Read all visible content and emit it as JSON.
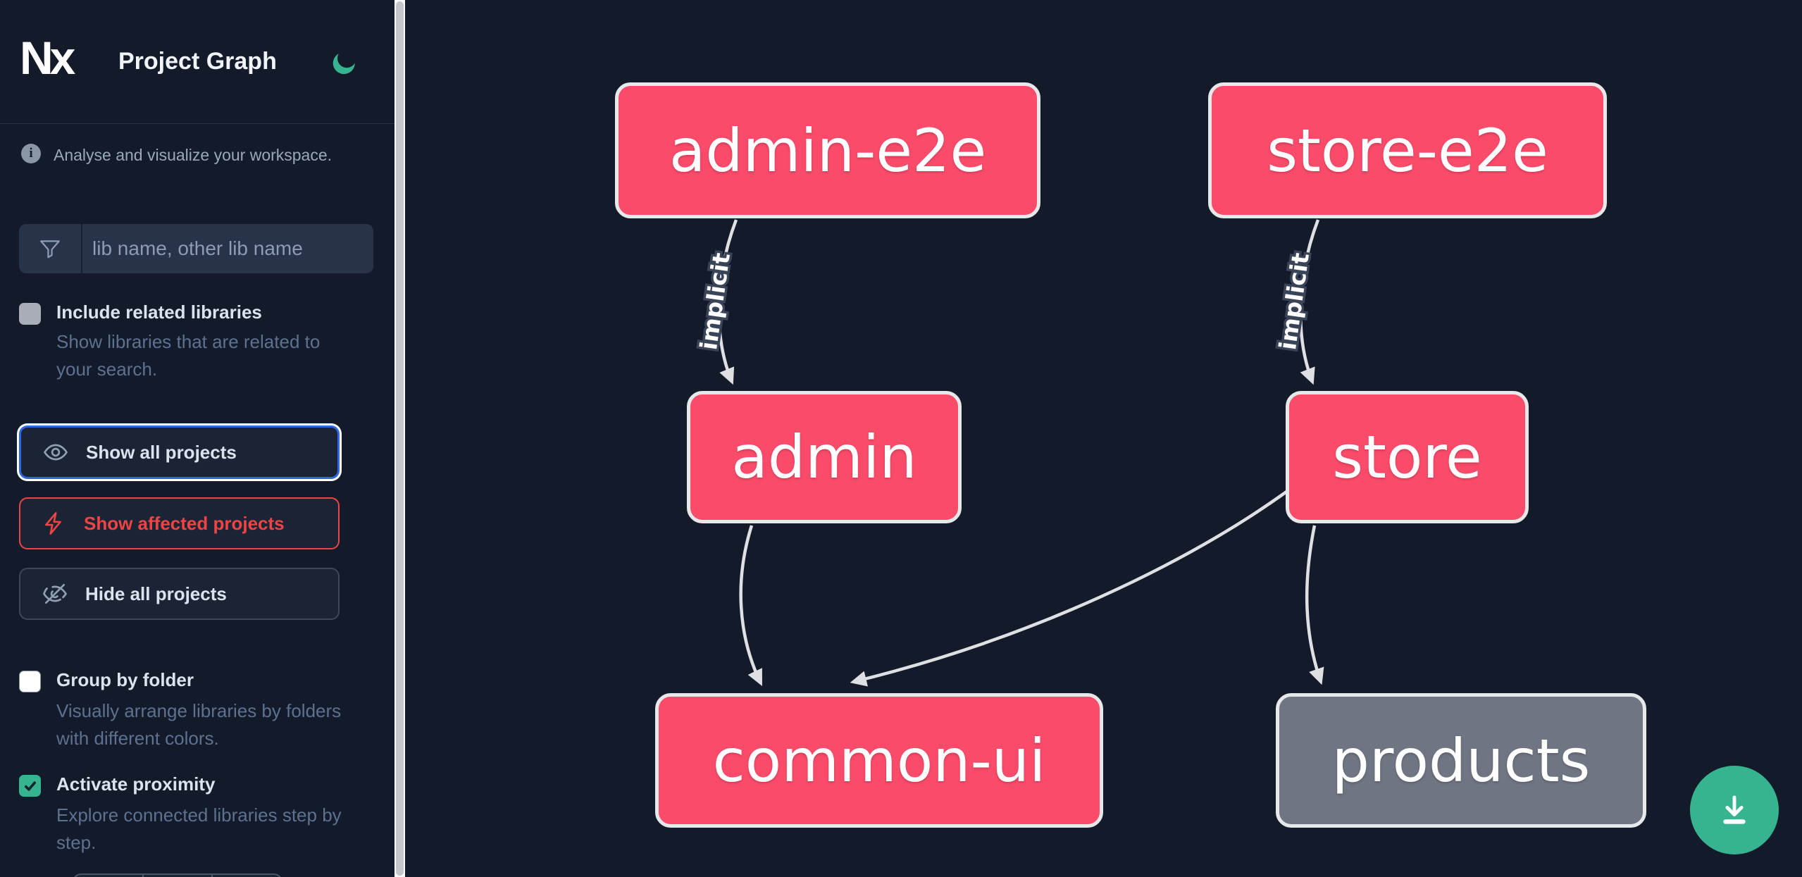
{
  "app": {
    "title": "Project Graph",
    "logo_text": "Nx"
  },
  "sidebar": {
    "tagline": "Analyse and visualize your workspace.",
    "filter": {
      "placeholder": "lib name, other lib name",
      "value": ""
    },
    "checkboxes": [
      {
        "label": "Include related libraries",
        "description": "Show libraries that are related to your search.",
        "checked": false
      },
      {
        "label": "Group by folder",
        "description": "Visually arrange libraries by folders with different colors.",
        "checked": false
      },
      {
        "label": "Activate proximity",
        "description": "Explore connected libraries step by step.",
        "checked": true
      }
    ],
    "buttons": [
      {
        "label": "Show all projects",
        "icon": "eye-icon"
      },
      {
        "label": "Show affected projects",
        "icon": "bolt-icon"
      },
      {
        "label": "Hide all projects",
        "icon": "eye-off-icon"
      }
    ]
  },
  "graph": {
    "nodes": [
      {
        "id": "admin-e2e",
        "label": "admin-e2e",
        "kind": "focused"
      },
      {
        "id": "store-e2e",
        "label": "store-e2e",
        "kind": "focused"
      },
      {
        "id": "admin",
        "label": "admin",
        "kind": "focused"
      },
      {
        "id": "store",
        "label": "store",
        "kind": "focused"
      },
      {
        "id": "common-ui",
        "label": "common-ui",
        "kind": "focused"
      },
      {
        "id": "products",
        "label": "products",
        "kind": "unfocused"
      }
    ],
    "edges": [
      {
        "source": "admin-e2e",
        "target": "admin",
        "label": "implicit"
      },
      {
        "source": "store-e2e",
        "target": "store",
        "label": "implicit"
      },
      {
        "source": "admin",
        "target": "common-ui",
        "label": ""
      },
      {
        "source": "store",
        "target": "common-ui",
        "label": ""
      },
      {
        "source": "store",
        "target": "products",
        "label": ""
      }
    ]
  },
  "colors": {
    "background": "#131a29",
    "node_pink": "#fb4b6b",
    "node_gray": "#6f7582",
    "edge_gray": "#dfe0e3",
    "accent_blue": "#2e66e5",
    "danger_red": "#ef4444",
    "green": "#36b48f"
  }
}
